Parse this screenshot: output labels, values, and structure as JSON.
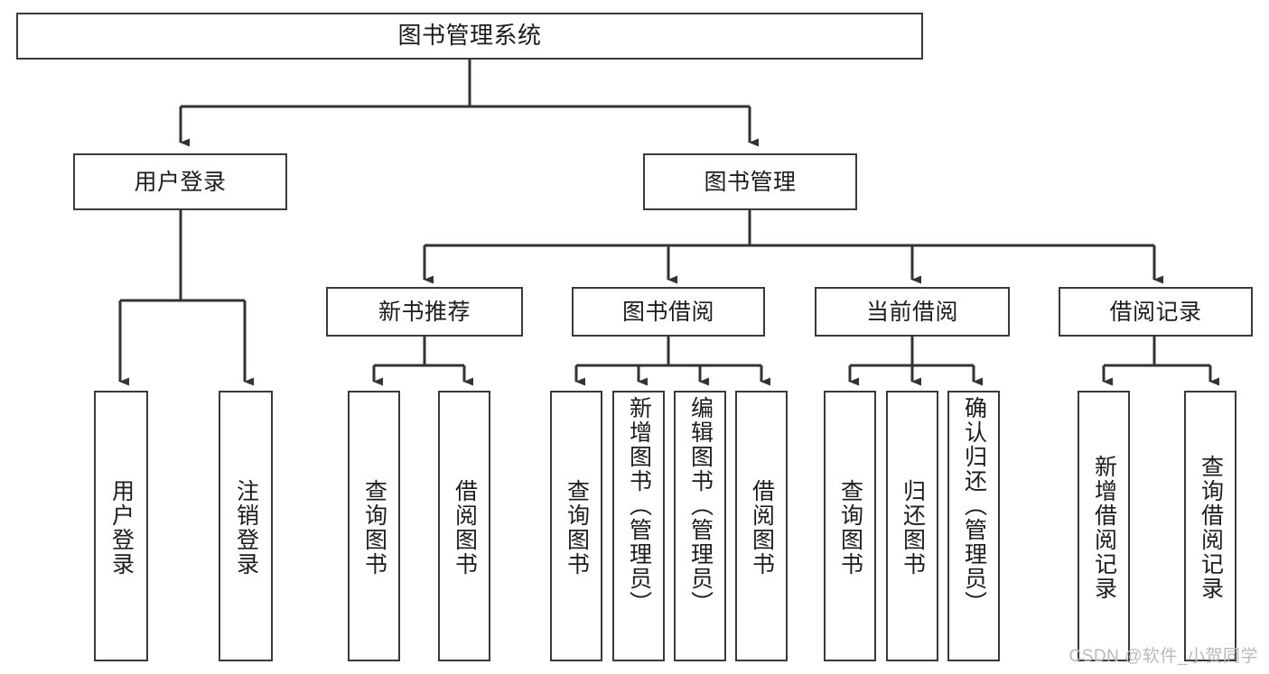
{
  "diagram": {
    "title": "图书管理系统",
    "type": "tree-hierarchy-chart",
    "orientation": "top-down",
    "colors": {
      "box_border": "#3a3a3a",
      "box_fill": "#ffffff",
      "connector": "#333333",
      "text": "#1c1c1c",
      "watermark": "#b9b9b9",
      "background": "#ffffff"
    }
  },
  "watermark": {
    "text": "CSDN @软件_小贺同学"
  },
  "nodes": {
    "root": {
      "label": "图书管理系统"
    },
    "level2": [
      {
        "label": "用户登录"
      },
      {
        "label": "图书管理"
      }
    ],
    "level3": [
      {
        "label": "新书推荐"
      },
      {
        "label": "图书借阅"
      },
      {
        "label": "当前借阅"
      },
      {
        "label": "借阅记录"
      }
    ],
    "leaves": {
      "user_login": [
        {
          "label": "用户登录"
        },
        {
          "label": "注销登录"
        }
      ],
      "new_book_recommend": [
        {
          "label": "查询图书"
        },
        {
          "label": "借阅图书"
        }
      ],
      "book_borrow": [
        {
          "label": "查询图书"
        },
        {
          "label": "新增图书（管理员）"
        },
        {
          "label": "编辑图书（管理员）"
        },
        {
          "label": "借阅图书"
        }
      ],
      "current_borrow": [
        {
          "label": "查询图书"
        },
        {
          "label": "归还图书"
        },
        {
          "label": "确认归还（管理员）"
        }
      ],
      "borrow_record": [
        {
          "label": "新增借阅记录"
        },
        {
          "label": "查询借阅记录"
        }
      ]
    }
  }
}
